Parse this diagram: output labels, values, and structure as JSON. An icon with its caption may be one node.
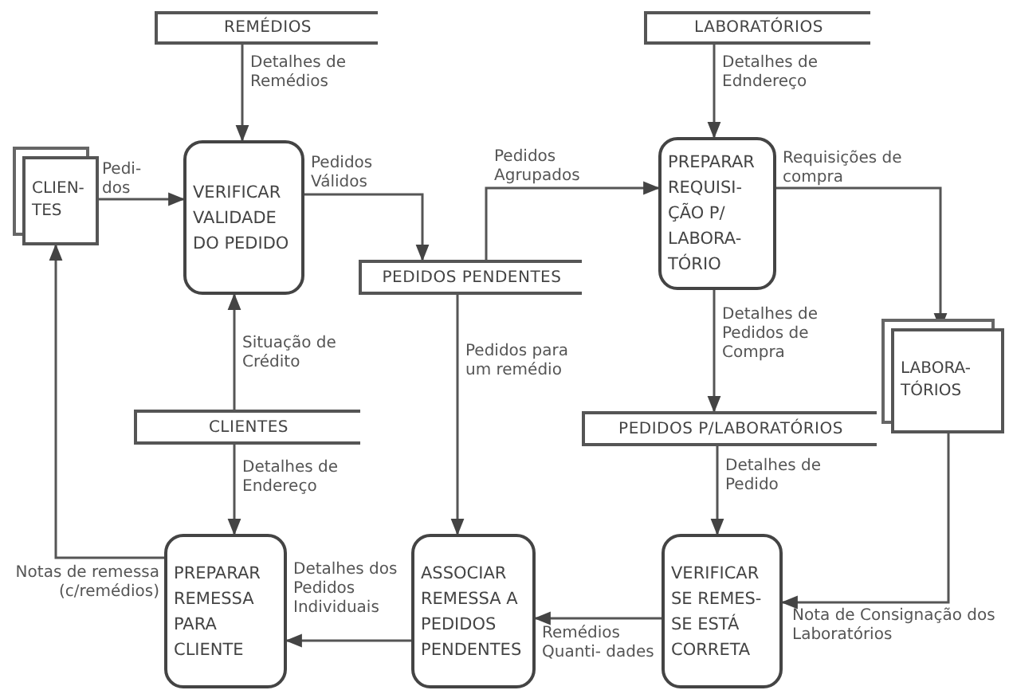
{
  "diagram": {
    "nodes": [
      {
        "text": [
          "REMÉDIOS"
        ]
      },
      {
        "text": [
          "LABORATÓRIOS"
        ]
      },
      {
        "text": [
          "CLIEN- TES"
        ]
      },
      {
        "text": [
          "VERIFICAR VALIDADE DO PEDIDO"
        ]
      },
      {
        "text": [
          "PEDIDOS PENDENTES"
        ]
      },
      {
        "text": [
          "PREPARAR REQUISI- ÇÃO P/ LABORA- TÓRIO"
        ]
      },
      {
        "text": [
          "LABORA- TÓRIOS"
        ]
      },
      {
        "text": [
          "CLIENTES"
        ]
      },
      {
        "text": [
          "PEDIDOS P/LABORATÓRIOS"
        ]
      },
      {
        "text": [
          "PREPARAR REMESSA PARA CLIENTE"
        ]
      },
      {
        "text": [
          "ASSOCIAR REMESSA A PEDIDOS PENDENTES"
        ]
      },
      {
        "text": [
          "VERIFICAR SE REMES- SE ESTÁ CORRETA"
        ]
      }
    ],
    "edges": [
      {
        "from": 0,
        "to": 3,
        "arrow": "to",
        "label": "Detalhes de Remédios"
      },
      {
        "from": 2,
        "to": 3,
        "arrow": "to",
        "label": "Pedi- dos"
      },
      {
        "from": 3,
        "to": 4,
        "arrow": "to",
        "label": "Pedidos Válidos"
      },
      {
        "from": 4,
        "to": 5,
        "arrow": "to",
        "label": "Pedidos Agrupados"
      },
      {
        "from": 1,
        "to": 5,
        "arrow": "to",
        "label": "Detalhes de Edndereço"
      },
      {
        "from": 5,
        "to": 6,
        "arrow": "to",
        "label": "Requisições de compra"
      },
      {
        "from": 7,
        "to": 3,
        "arrow": "to",
        "label": "Situação de Crédito"
      },
      {
        "from": 5,
        "to": 8,
        "arrow": "to",
        "label": "Detalhes de Pedidos de Compra"
      },
      {
        "from": 7,
        "to": 9,
        "arrow": "to",
        "label": "Detalhes de Endereço"
      },
      {
        "from": 4,
        "to": 10,
        "arrow": "to",
        "label": "Pedidos para um remédio"
      },
      {
        "from": 8,
        "to": 11,
        "arrow": "to",
        "label": "Detalhes de Pedido"
      },
      {
        "from": 6,
        "to": 11,
        "arrow": "to",
        "label": "Nota de Consignação dos Laboratórios"
      },
      {
        "from": 11,
        "to": 10,
        "arrow": "to",
        "label": "Remédios Quanti- dades"
      },
      {
        "from": 10,
        "to": 9,
        "arrow": "to",
        "label": "Detalhes dos Pedidos Individuais"
      },
      {
        "from": 9,
        "to": 2,
        "arrow": "to",
        "label": "Notas de remessa (c/remédios)"
      }
    ]
  }
}
